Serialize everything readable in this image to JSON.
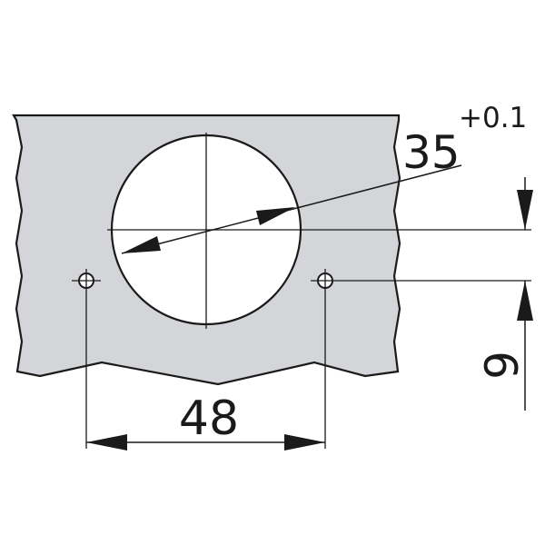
{
  "drawing": {
    "hole_diameter": {
      "value": "35",
      "tolerance": "+0.1"
    },
    "hole_spacing": {
      "value": "48"
    },
    "hole_offset": {
      "value": "9"
    },
    "colors": {
      "panel_fill": "#d3d5d8",
      "line": "#1a1a1a",
      "background": "#ffffff"
    }
  }
}
